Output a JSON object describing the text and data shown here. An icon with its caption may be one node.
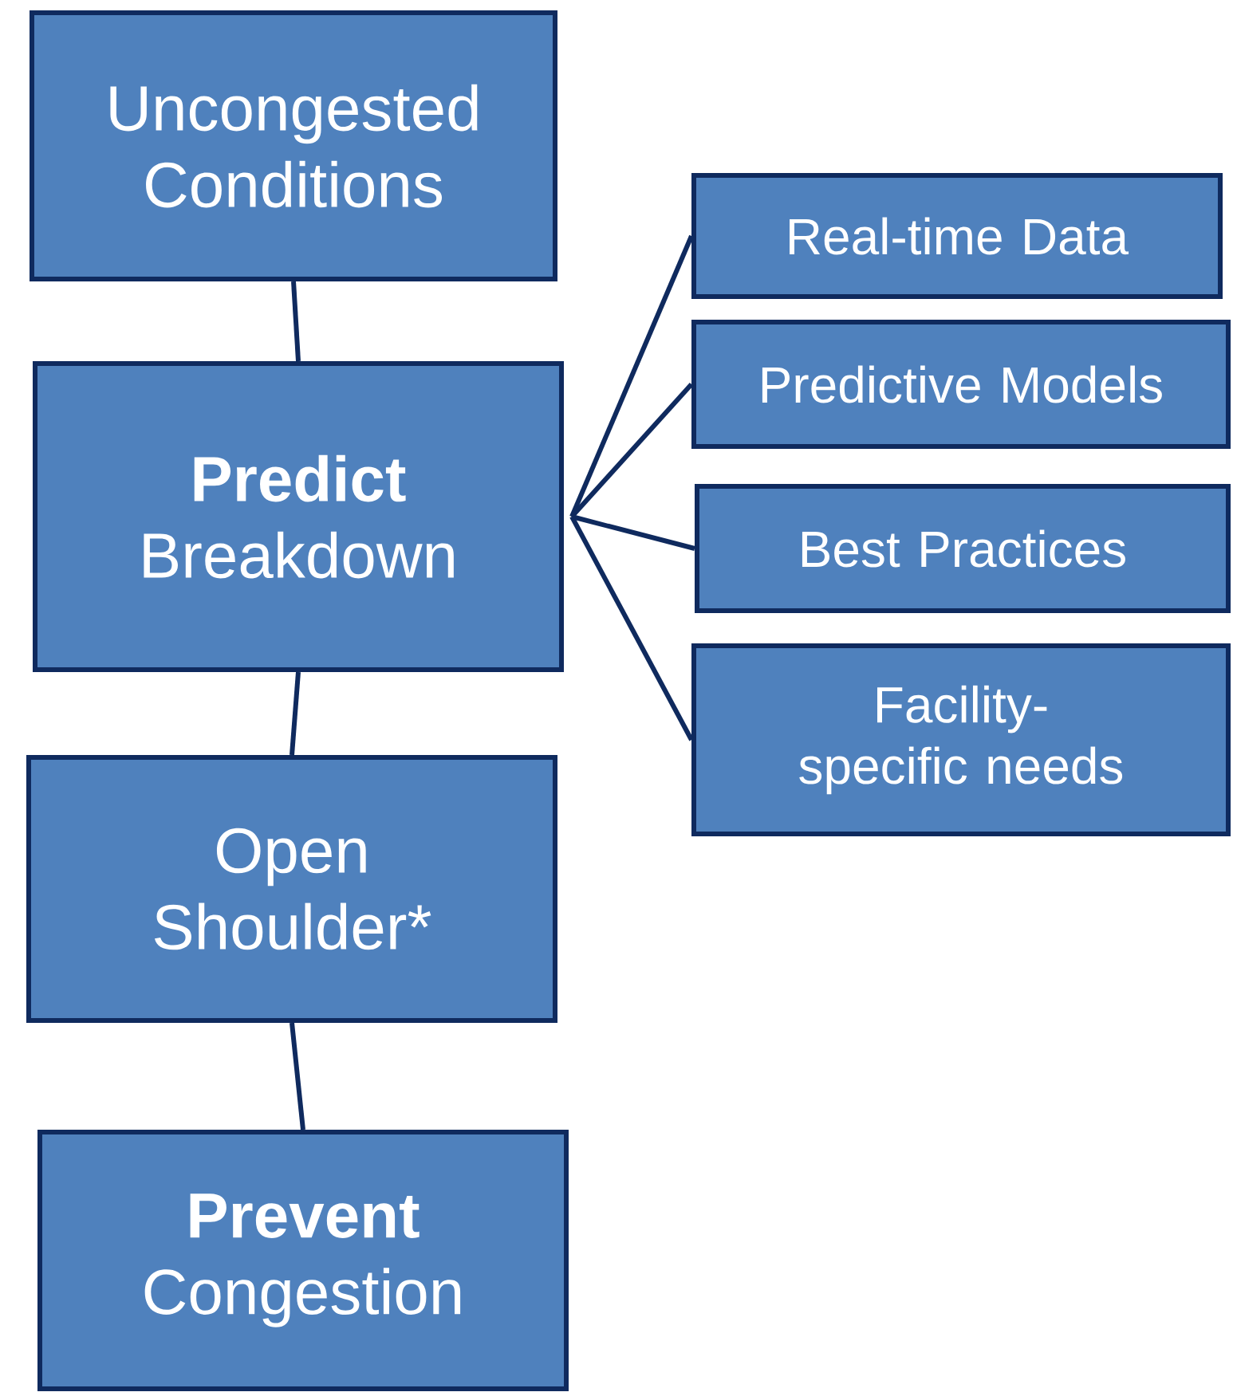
{
  "diagram": {
    "nodes": [
      {
        "text": [
          "Uncongested Conditions"
        ]
      },
      {
        "text": [
          "**Predict** Breakdown"
        ]
      },
      {
        "text": [
          "Open Shoulder*"
        ]
      },
      {
        "text": [
          "**Prevent** Congestion"
        ]
      },
      {
        "text": [
          "Real-time Data"
        ]
      },
      {
        "text": [
          "Predictive Models"
        ]
      },
      {
        "text": [
          "Best Practices"
        ]
      },
      {
        "text": [
          "Facility-specific needs"
        ]
      }
    ],
    "edges": [
      {
        "from": 0,
        "to": 1,
        "arrow": "none"
      },
      {
        "from": 1,
        "to": 2,
        "arrow": "none"
      },
      {
        "from": 2,
        "to": 3,
        "arrow": "none"
      },
      {
        "from": 1,
        "to": 4,
        "arrow": "none"
      },
      {
        "from": 1,
        "to": 5,
        "arrow": "none"
      },
      {
        "from": 1,
        "to": 6,
        "arrow": "none"
      },
      {
        "from": 1,
        "to": 7,
        "arrow": "none"
      }
    ]
  }
}
